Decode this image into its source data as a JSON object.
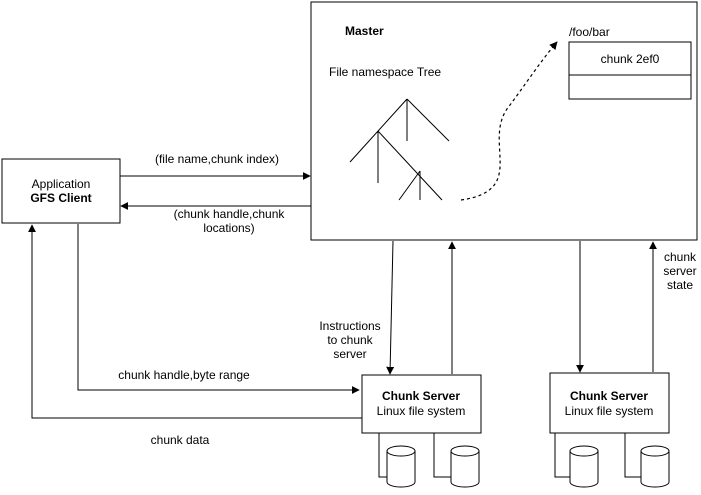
{
  "client": {
    "line1": "Application",
    "line2": "GFS Client"
  },
  "master": {
    "title": "Master",
    "tree_label": "File namespace Tree",
    "file_path": "/foo/bar",
    "chunk_label": "chunk 2ef0"
  },
  "edges": {
    "request": "(file name,chunk index)",
    "reply_line1": "(chunk handle,chunk",
    "reply_line2": "locations)",
    "instructions_line1": "Instructions",
    "instructions_line2": "to chunk",
    "instructions_line3": "server",
    "state_line1": "chunk",
    "state_line2": "server",
    "state_line3": "state",
    "byte_range": "chunk handle,byte range",
    "chunk_data": "chunk data"
  },
  "chunk_server_1": {
    "title": "Chunk Server",
    "subtitle": "Linux file system"
  },
  "chunk_server_2": {
    "title": "Chunk Server",
    "subtitle": "Linux file system"
  }
}
